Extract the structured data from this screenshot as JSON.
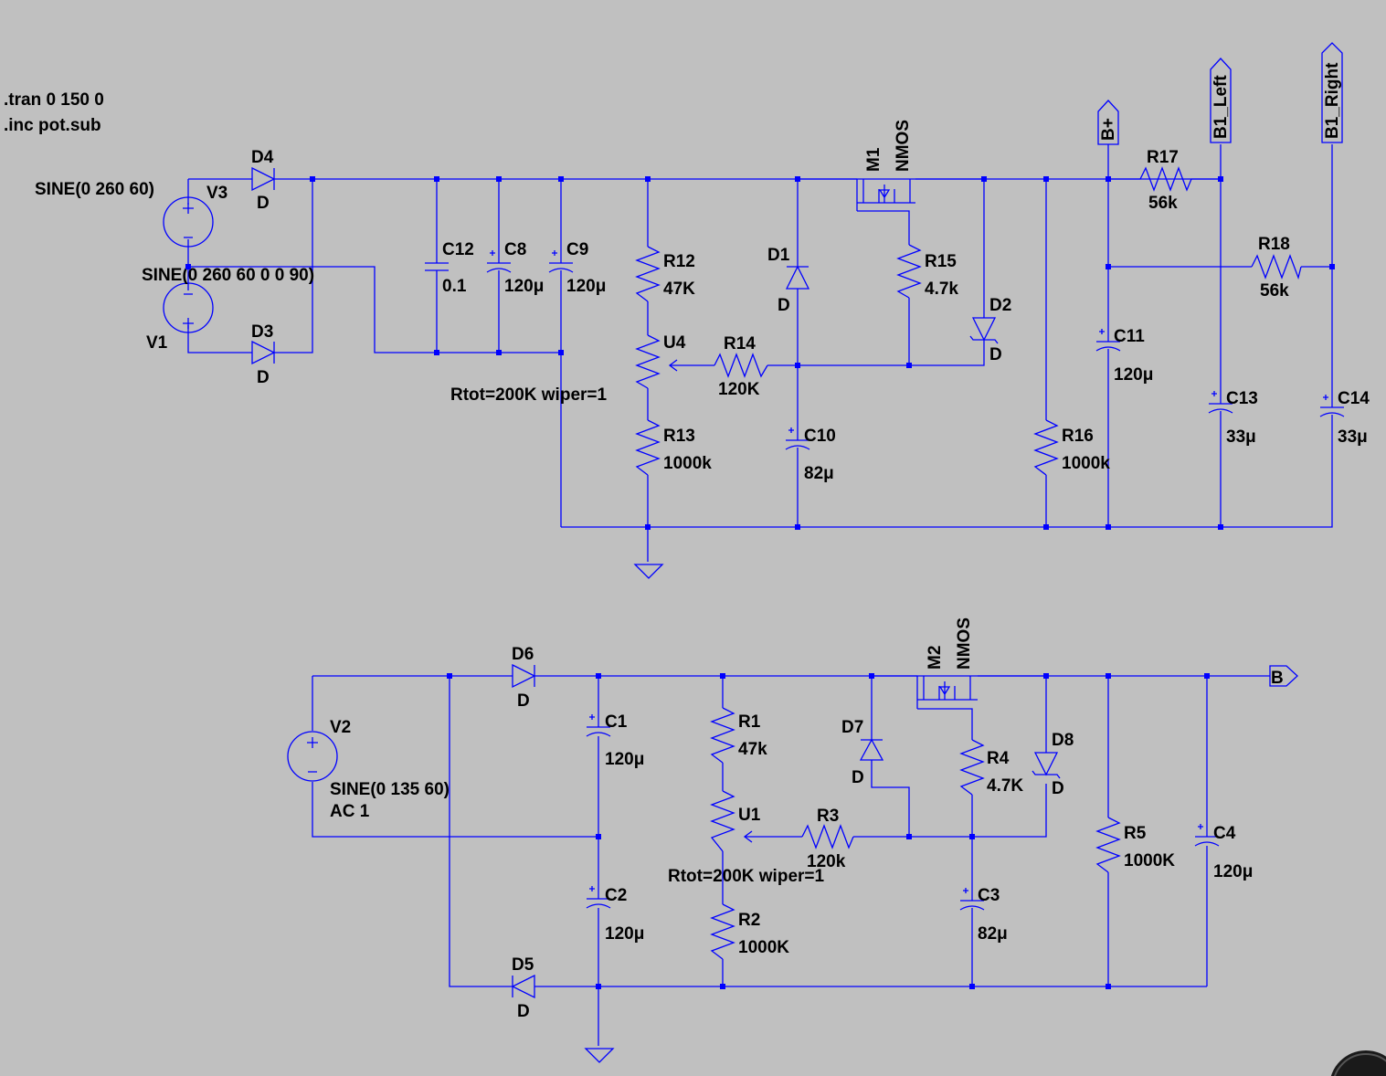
{
  "directives": {
    "tran": ".tran 0 150 0",
    "inc": ".inc pot.sub"
  },
  "colors": {
    "background": "#c0c0c0",
    "wire": "#0000ff",
    "text": "#000000"
  },
  "components": {
    "V3": {
      "ref": "V3",
      "value": "SINE(0 260 60)"
    },
    "V1": {
      "ref": "V1",
      "value": "SINE(0 260 60 0 0 90)"
    },
    "V2": {
      "ref": "V2",
      "value": "SINE(0 135 60)",
      "value2": "AC 1"
    },
    "D1": {
      "ref": "D1",
      "model": "D"
    },
    "D2": {
      "ref": "D2",
      "model": "D"
    },
    "D3": {
      "ref": "D3",
      "model": "D"
    },
    "D4": {
      "ref": "D4",
      "model": "D"
    },
    "D5": {
      "ref": "D5",
      "model": "D"
    },
    "D6": {
      "ref": "D6",
      "model": "D"
    },
    "D7": {
      "ref": "D7",
      "model": "D"
    },
    "D8": {
      "ref": "D8",
      "model": "D"
    },
    "C1": {
      "ref": "C1",
      "value": "120μ"
    },
    "C2": {
      "ref": "C2",
      "value": "120μ"
    },
    "C3": {
      "ref": "C3",
      "value": "82μ"
    },
    "C4": {
      "ref": "C4",
      "value": "120μ"
    },
    "C8": {
      "ref": "C8",
      "value": "120μ"
    },
    "C9": {
      "ref": "C9",
      "value": "120μ"
    },
    "C10": {
      "ref": "C10",
      "value": "82μ"
    },
    "C11": {
      "ref": "C11",
      "value": "120μ"
    },
    "C12": {
      "ref": "C12",
      "value": "0.1"
    },
    "C13": {
      "ref": "C13",
      "value": "33μ"
    },
    "C14": {
      "ref": "C14",
      "value": "33μ"
    },
    "R1": {
      "ref": "R1",
      "value": "47k"
    },
    "R2": {
      "ref": "R2",
      "value": "1000K"
    },
    "R3": {
      "ref": "R3",
      "value": "120k"
    },
    "R4": {
      "ref": "R4",
      "value": "4.7K"
    },
    "R5": {
      "ref": "R5",
      "value": "1000K"
    },
    "R12": {
      "ref": "R12",
      "value": "47K"
    },
    "R13": {
      "ref": "R13",
      "value": "1000k"
    },
    "R14": {
      "ref": "R14",
      "value": "120K"
    },
    "R15": {
      "ref": "R15",
      "value": "4.7k"
    },
    "R16": {
      "ref": "R16",
      "value": "1000k"
    },
    "R17": {
      "ref": "R17",
      "value": "56k"
    },
    "R18": {
      "ref": "R18",
      "value": "56k"
    },
    "U4": {
      "ref": "U4",
      "value": "Rtot=200K wiper=1"
    },
    "U1": {
      "ref": "U1",
      "value": "Rtot=200K wiper=1"
    },
    "M1": {
      "ref": "M1",
      "model": "NMOS"
    },
    "M2": {
      "ref": "M2",
      "model": "NMOS"
    }
  },
  "net_labels": {
    "bplus": "B+",
    "b1_left": "B1_Left",
    "b1_right": "B1_Right",
    "b": "B"
  }
}
